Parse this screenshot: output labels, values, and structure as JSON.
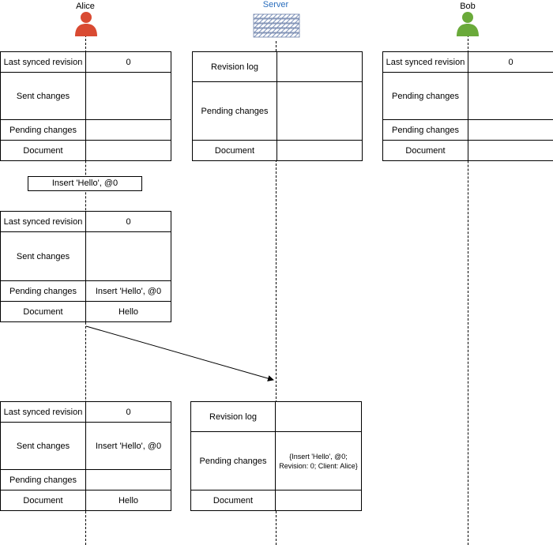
{
  "actors": {
    "alice": {
      "label": "Alice",
      "color": "#d94a32",
      "icon": "person-icon"
    },
    "server": {
      "label": "Server",
      "color": "#2a6ebd",
      "icon": "server-icon"
    },
    "bob": {
      "label": "Bob",
      "color": "#6aaa3a",
      "icon": "person-icon"
    }
  },
  "alice_state_1": {
    "last_synced_label": "Last synced revision",
    "last_synced_value": "0",
    "sent_label": "Sent changes",
    "sent_value": "",
    "pending_label": "Pending changes",
    "pending_value": "",
    "document_label": "Document",
    "document_value": ""
  },
  "server_state_1": {
    "revision_log_label": "Revision log",
    "revision_log_value": "",
    "pending_label": "Pending changes",
    "pending_value": "",
    "document_label": "Document",
    "document_value": ""
  },
  "bob_state_1": {
    "last_synced_label": "Last synced revision",
    "last_synced_value": "0",
    "pending_label": "Pending changes",
    "pending_value": "",
    "pending2_label": "Pending changes",
    "pending2_value": "",
    "document_label": "Document",
    "document_value": ""
  },
  "operation": {
    "label": "Insert 'Hello', @0"
  },
  "alice_state_2": {
    "last_synced_label": "Last synced revision",
    "last_synced_value": "0",
    "sent_label": "Sent changes",
    "sent_value": "",
    "pending_label": "Pending changes",
    "pending_value": "Insert 'Hello', @0",
    "document_label": "Document",
    "document_value": "Hello"
  },
  "alice_state_3": {
    "last_synced_label": "Last synced revision",
    "last_synced_value": "0",
    "sent_label": "Sent changes",
    "sent_value": "Insert 'Hello', @0",
    "pending_label": "Pending changes",
    "pending_value": "",
    "document_label": "Document",
    "document_value": "Hello"
  },
  "server_state_2": {
    "revision_log_label": "Revision log",
    "revision_log_value": "",
    "pending_label": "Pending changes",
    "pending_value_line1": "{Insert 'Hello', @0;",
    "pending_value_line2": "Revision: 0; Client: Alice}",
    "document_label": "Document",
    "document_value": ""
  }
}
